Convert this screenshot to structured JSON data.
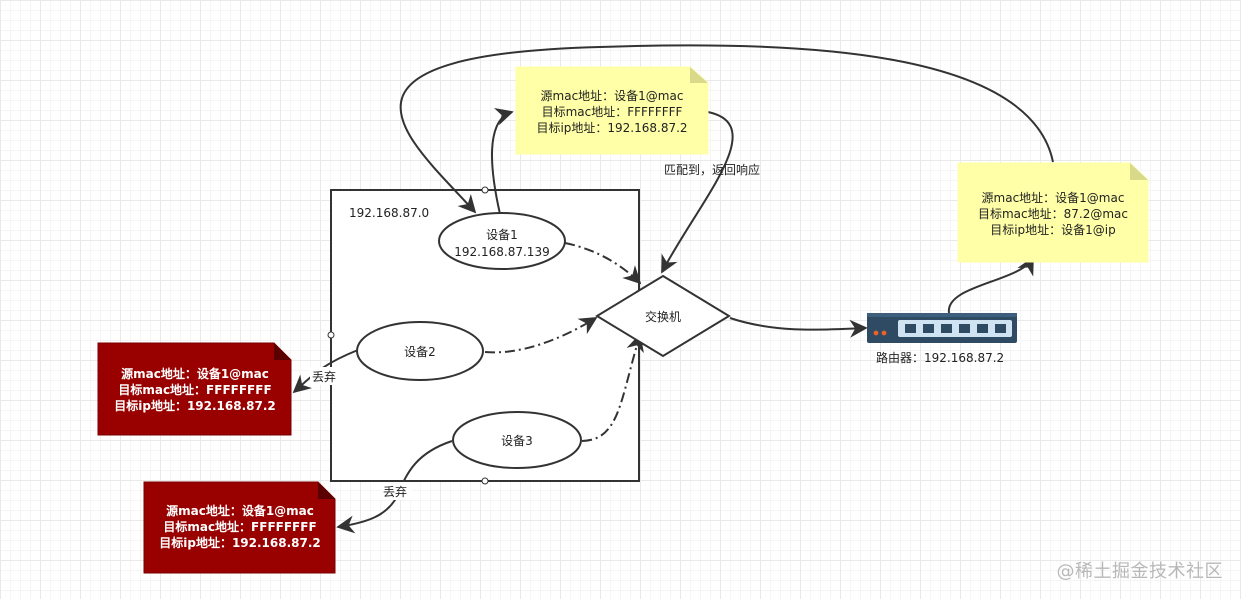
{
  "colors": {
    "note_yellow": "#ffffa8",
    "note_yellow_fold": "#d9d98a",
    "note_red": "#990000",
    "note_red_fold": "#5a0000",
    "router_body": "#2f4a63",
    "router_panel": "#cfe3f2",
    "router_led": "#e8622a"
  },
  "subnet_label": "192.168.87.0",
  "nodes": {
    "device1": {
      "name": "设备1",
      "ip": "192.168.87.139"
    },
    "device2": {
      "name": "设备2"
    },
    "device3": {
      "name": "设备3"
    },
    "switch": {
      "name": "交换机"
    },
    "router": {
      "label": "路由器：192.168.87.2"
    }
  },
  "edge_labels": {
    "match": "匹配到，返回响应",
    "drop_device2": "丢弃",
    "drop_device3": "丢弃"
  },
  "notes": {
    "request": [
      "源mac地址：设备1@mac",
      "目标mac地址：FFFFFFFF",
      "目标ip地址：192.168.87.2"
    ],
    "response": [
      "源mac地址：设备1@mac",
      "目标mac地址：87.2@mac",
      "目标ip地址：设备1@ip"
    ],
    "drop2": [
      "源mac地址：设备1@mac",
      "目标mac地址：FFFFFFFF",
      "目标ip地址：192.168.87.2"
    ],
    "drop3": [
      "源mac地址：设备1@mac",
      "目标mac地址：FFFFFFFF",
      "目标ip地址：192.168.87.2"
    ]
  },
  "watermark": "@稀土掘金技术社区"
}
